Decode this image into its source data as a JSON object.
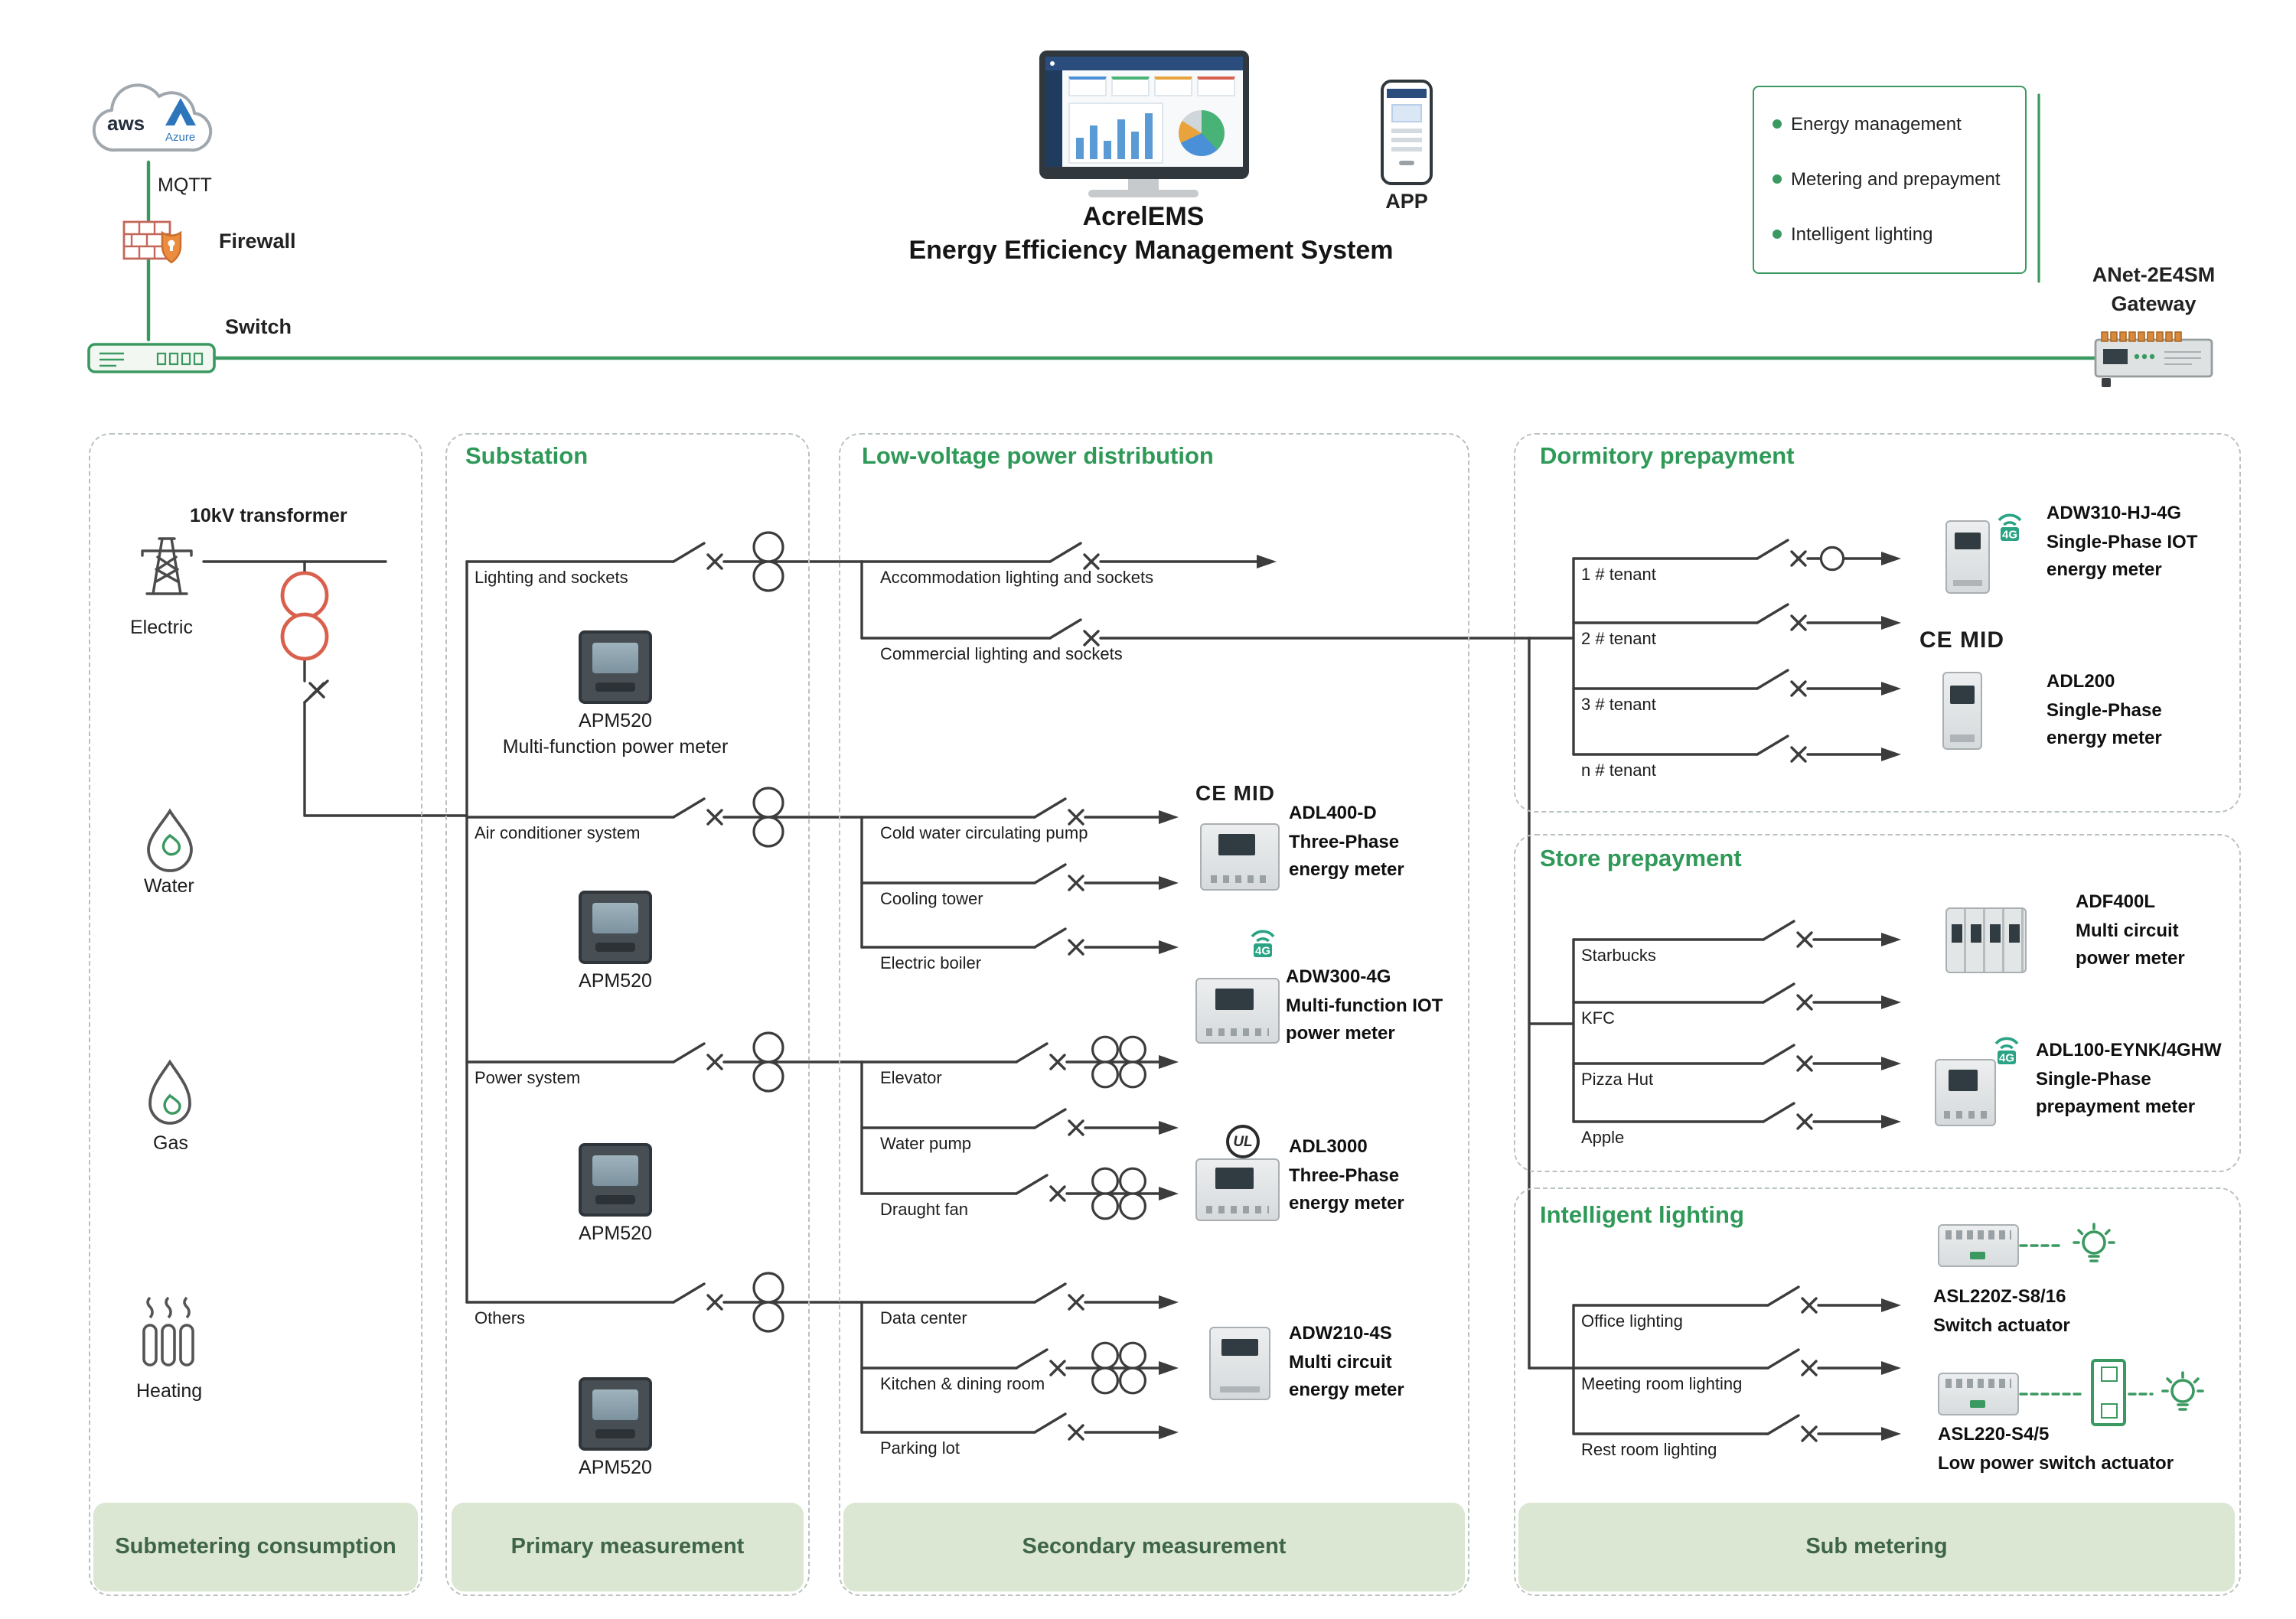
{
  "header": {
    "cloud_aws": "aws",
    "cloud_azure": "Azure",
    "mqtt": "MQTT",
    "firewall": "Firewall",
    "switch": "Switch",
    "system_title": "AcrelEMS",
    "system_subtitle": "Energy Efficiency Management System",
    "app": "APP",
    "features": [
      "Energy management",
      "Metering and prepayment",
      "Intelligent lighting"
    ],
    "gateway_line1": "ANet-2E4SM",
    "gateway_line2": "Gateway"
  },
  "submetering": {
    "transformer": "10kV transformer",
    "sources": [
      "Electric",
      "Water",
      "Gas",
      "Heating"
    ],
    "footer": "Submetering consumption"
  },
  "substation": {
    "title": "Substation",
    "feeders": [
      "Lighting and sockets",
      "Air conditioner system",
      "Power system",
      "Others"
    ],
    "meter_name": "APM520",
    "meter_desc": "Multi-function power meter",
    "footer": "Primary measurement"
  },
  "lowvoltage": {
    "title": "Low-voltage power distribution",
    "branches": [
      "Accommodation lighting and sockets",
      "Commercial lighting and sockets",
      "Cold water circulating pump",
      "Cooling tower",
      "Electric boiler",
      "Elevator",
      "Water pump",
      "Draught fan",
      "Data center",
      "Kitchen & dining room",
      "Parking lot"
    ],
    "devices": [
      {
        "badge": "CE MID",
        "name": "ADL400-D",
        "line2": "Three-Phase",
        "line3": "energy meter"
      },
      {
        "badge": "4G",
        "name": "ADW300-4G",
        "line2": "Multi-function IOT",
        "line3": "power meter"
      },
      {
        "badge": "UL",
        "name": "ADL3000",
        "line2": "Three-Phase",
        "line3": "energy meter"
      },
      {
        "name": "ADW210-4S",
        "line2": "Multi circuit",
        "line3": "energy meter"
      }
    ],
    "footer": "Secondary measurement"
  },
  "dormitory": {
    "title": "Dormitory prepayment",
    "tenants": [
      "1 # tenant",
      "2 # tenant",
      "3 # tenant",
      "n # tenant"
    ],
    "devices": [
      {
        "badge": "4G",
        "name": "ADW310-HJ-4G",
        "line2": "Single-Phase IOT",
        "line3": "energy meter"
      },
      {
        "badge": "CE MID",
        "name": "ADL200",
        "line2": "Single-Phase",
        "line3": "energy meter"
      }
    ]
  },
  "store": {
    "title": "Store prepayment",
    "tenants": [
      "Starbucks",
      "KFC",
      "Pizza Hut",
      "Apple"
    ],
    "devices": [
      {
        "name": "ADF400L",
        "line2": "Multi circuit",
        "line3": "power meter"
      },
      {
        "badge": "4G",
        "name": "ADL100-EYNK/4GHW",
        "line2": "Single-Phase",
        "line3": "prepayment meter"
      }
    ]
  },
  "lighting": {
    "title": "Intelligent lighting",
    "rooms": [
      "Office lighting",
      "Meeting room lighting",
      "Rest room lighting"
    ],
    "devices": [
      {
        "name": "ASL220Z-S8/16",
        "line2": "Switch actuator"
      },
      {
        "name": "ASL220-S4/5",
        "line2": "Low power switch actuator"
      }
    ],
    "footer": "Sub metering"
  }
}
